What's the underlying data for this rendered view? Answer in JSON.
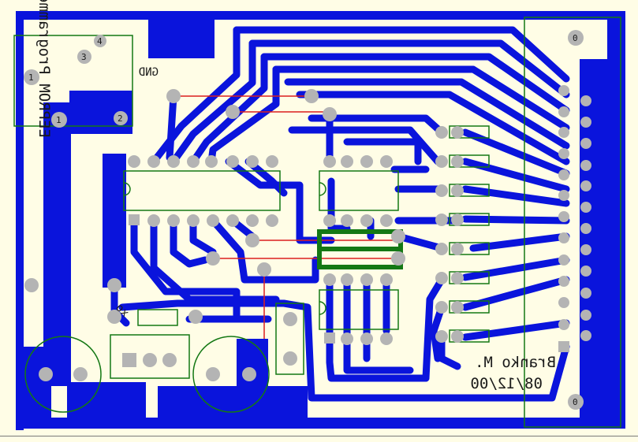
{
  "labels": {
    "gnd": "GND",
    "title": "EEPROM Programmer",
    "author": "Branko M.",
    "date": "08/12/00",
    "reg": "xo",
    "pad_0_top": "0",
    "pad_0_bottom": "0",
    "pad_1": "1",
    "pad_2": "2",
    "pad_3": "3",
    "pad_4": "4",
    "pad_1b": "1"
  },
  "colors": {
    "board": "#fffde6",
    "copper": "#0a14dc",
    "pad": "#b4b4b4",
    "silk": "#147814",
    "jumper": "#dc1e1e"
  }
}
